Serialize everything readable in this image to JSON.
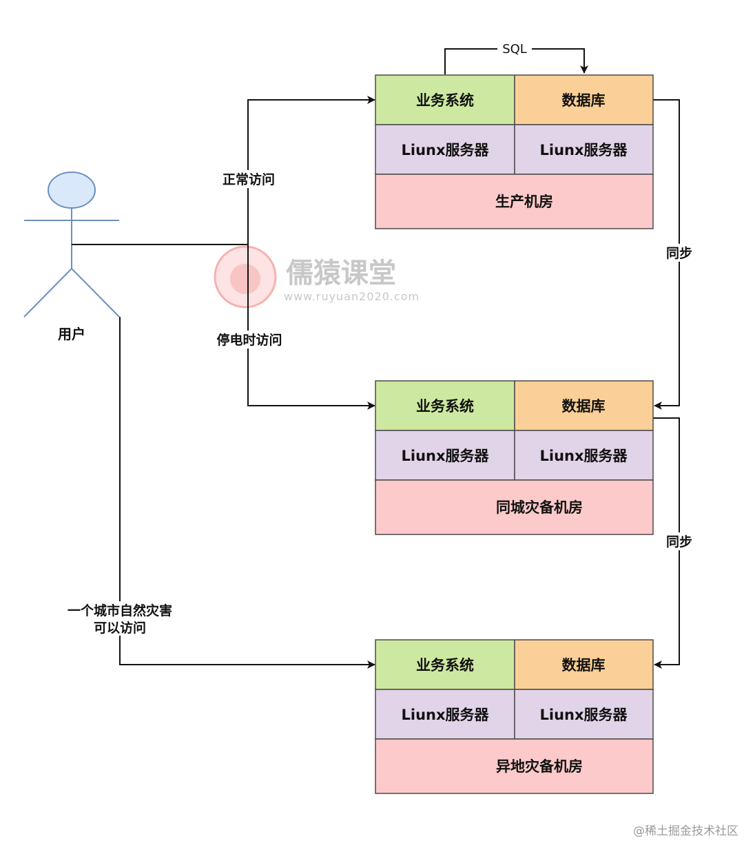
{
  "colors": {
    "business": "#cde8a0",
    "database": "#fbcf98",
    "server": "#e1d4e8",
    "room": "#fccaca",
    "stroke": "#4a4a4a",
    "user_fill": "#dae8fc",
    "user_stroke": "#6c8ebf"
  },
  "user": {
    "label": "用户"
  },
  "rooms": [
    {
      "business": "业务系统",
      "database": "数据库",
      "server_left": "Liunx服务器",
      "server_right": "Liunx服务器",
      "name": "生产机房"
    },
    {
      "business": "业务系统",
      "database": "数据库",
      "server_left": "Liunx服务器",
      "server_right": "Liunx服务器",
      "name": "同城灾备机房"
    },
    {
      "business": "业务系统",
      "database": "数据库",
      "server_left": "Liunx服务器",
      "server_right": "Liunx服务器",
      "name": "异地灾备机房"
    }
  ],
  "edges": {
    "sql": "SQL",
    "normal_access": "正常访问",
    "outage_access": "停电时访问",
    "disaster_line1": "一个城市自然灾害",
    "disaster_line2": "可以访问",
    "sync_1": "同步",
    "sync_2": "同步"
  },
  "watermark": {
    "title": "儒猿课堂",
    "url": "www.ruyuan2020.com"
  },
  "credit": "@稀土掘金技术社区"
}
